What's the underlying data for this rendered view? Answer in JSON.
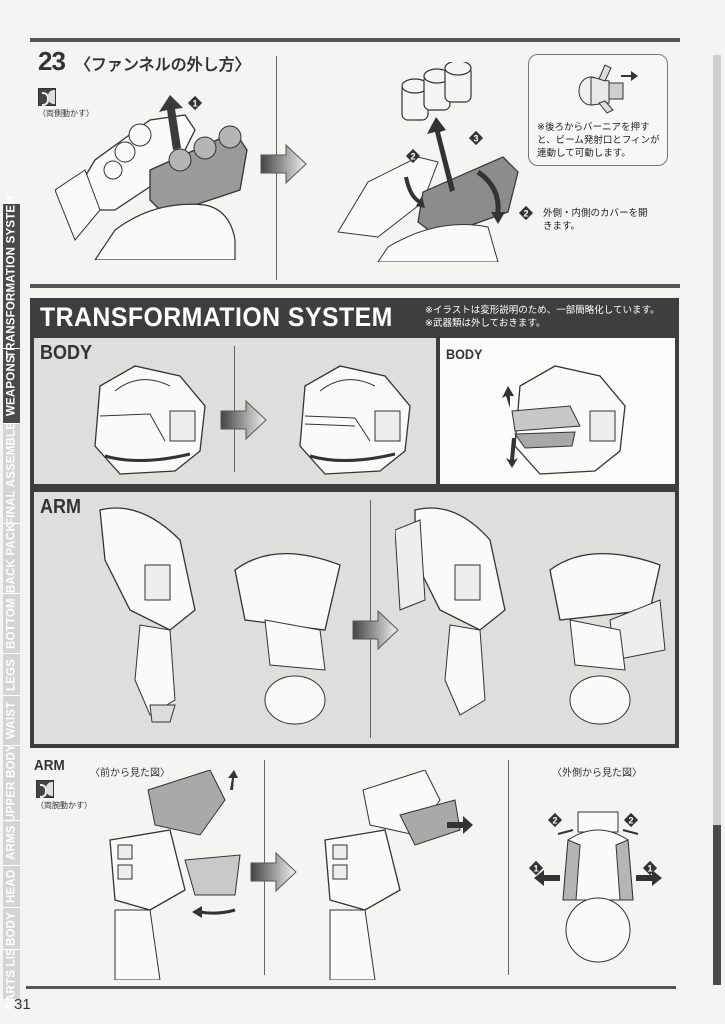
{
  "side_tabs": [
    {
      "label": "PARTS LIST",
      "active": false
    },
    {
      "label": "BODY",
      "active": false
    },
    {
      "label": "HEAD",
      "active": false
    },
    {
      "label": "ARMS",
      "active": false
    },
    {
      "label": "UPPER BODY",
      "active": false
    },
    {
      "label": "WAIST",
      "active": false
    },
    {
      "label": "LEGS",
      "active": false
    },
    {
      "label": "BOTTOM",
      "active": false
    },
    {
      "label": "BACK PACK",
      "active": false
    },
    {
      "label": "FINAL ASSEMBLE",
      "active": false
    },
    {
      "label": "WEAPONS",
      "active": true
    },
    {
      "label": "TRANSFORMATION SYSTEM",
      "active": true
    }
  ],
  "step23": {
    "number": "23",
    "heading": "〈ファンネルの外し方〉",
    "both_sides_label": "（両側動かす）",
    "step_badges": [
      "1",
      "2",
      "3",
      "2"
    ],
    "callout_text": "※後ろからバーニアを押すと、ビーム発射口とフィンが連動して可動します。",
    "cover_note": "外側・内側のカバーを開きます。"
  },
  "transformation": {
    "title": "TRANSFORMATION SYSTEM",
    "notes": [
      "※イラストは変形説明のため、一部簡略化しています。",
      "※武器類は外しておきます。"
    ],
    "body_panel_label": "BODY",
    "body_detail_label": "BODY",
    "arm_panel_label": "ARM"
  },
  "arm_section": {
    "label": "ARM",
    "both_arms_label": "（両腕動かす）",
    "front_view": "〈前から見た図〉",
    "outer_view": "〈外側から見た図〉",
    "step_badges": [
      "2",
      "2",
      "1",
      "1"
    ]
  },
  "colors": {
    "dark": "#3e3e3e",
    "panel_grey": "#dededc",
    "tab_inactive": "#d4d4d2",
    "tab_active": "#4a4a4a"
  },
  "page_number": "31"
}
